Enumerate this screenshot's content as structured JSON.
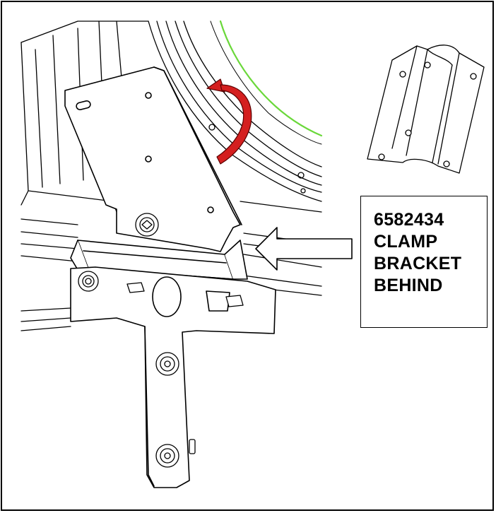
{
  "callout": {
    "part_number": "6582434",
    "line2": "CLAMP",
    "line3": "BRACKET",
    "line4": "BEHIND"
  },
  "colors": {
    "rotation_arrow": "#d41f1f",
    "seal_outline": "#6ad83a",
    "linework": "#000000"
  },
  "icons": {
    "rotation": "curved-rotation-arrow-icon",
    "pointer": "pointer-arrow-icon"
  }
}
